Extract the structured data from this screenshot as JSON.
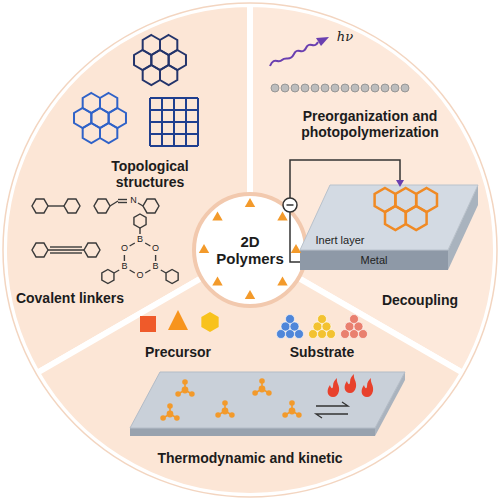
{
  "diagram": {
    "nodes": [
      {
        "text": [
          "Topological structures",
          "Covalent linkers"
        ]
      },
      {
        "text": [
          "Preorganization and photopolymerization",
          "Decoupling"
        ]
      },
      {
        "text": [
          "Precursor",
          "Substrate",
          "Thermodynamic and kinetic"
        ]
      },
      {
        "text": [
          "2D Polymers"
        ]
      }
    ],
    "labels": [
      "N",
      "B",
      "O",
      "B",
      "O",
      "B",
      "O",
      "hν",
      "Inert layer",
      "Metal"
    ]
  }
}
